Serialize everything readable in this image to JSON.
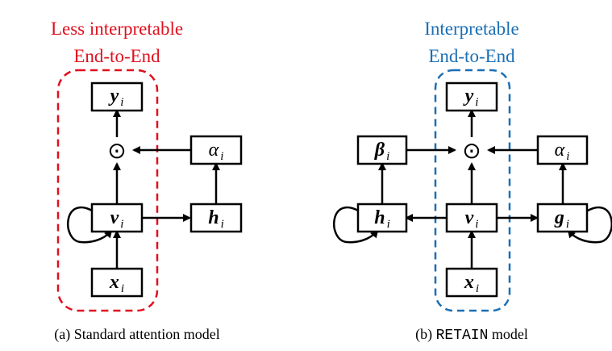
{
  "panel_a": {
    "title_line1": "Less interpretable",
    "title_line2": "End-to-End",
    "title_color": "#e0101e",
    "caption": "(a) Standard attention model",
    "nodes": {
      "y": {
        "symbol": "y",
        "sub": "i"
      },
      "v": {
        "symbol": "v",
        "sub": "i"
      },
      "x": {
        "symbol": "x",
        "sub": "i"
      },
      "h": {
        "symbol": "h",
        "sub": "i"
      },
      "alpha": {
        "symbol": "α",
        "sub": "i"
      }
    },
    "operator": "⊙"
  },
  "panel_b": {
    "title_line1": "Interpretable",
    "title_line2": "End-to-End",
    "title_color": "#1a6fb5",
    "caption_prefix": "(b) ",
    "caption_mono": "RETAIN",
    "caption_suffix": " model",
    "nodes": {
      "y": {
        "symbol": "y",
        "sub": "i"
      },
      "v": {
        "symbol": "v",
        "sub": "i"
      },
      "x": {
        "symbol": "x",
        "sub": "i"
      },
      "h": {
        "symbol": "h",
        "sub": "i"
      },
      "g": {
        "symbol": "g",
        "sub": "i"
      },
      "beta": {
        "symbol": "β",
        "sub": "i"
      },
      "alpha": {
        "symbol": "α",
        "sub": "i"
      }
    },
    "operator": "⊙"
  }
}
